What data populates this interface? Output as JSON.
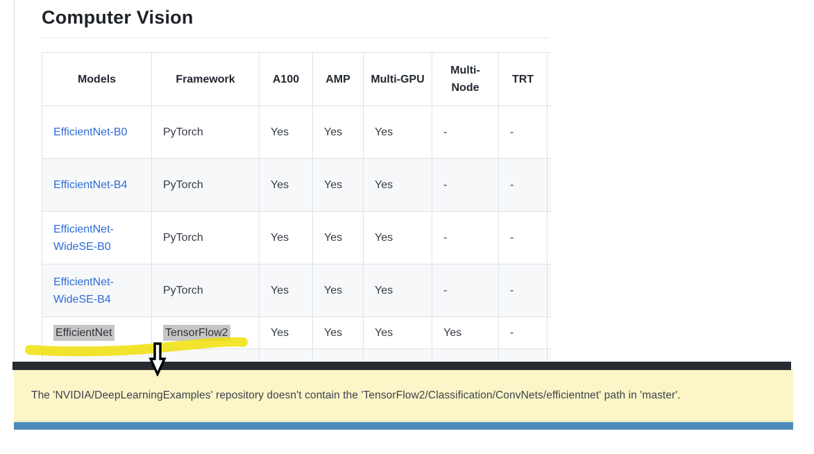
{
  "page": {
    "title": "Computer Vision"
  },
  "table": {
    "headers": [
      "Models",
      "Framework",
      "A100",
      "AMP",
      "Multi-GPU",
      "Multi-Node",
      "TRT"
    ],
    "rows": [
      {
        "model": "EfficientNet-B0",
        "framework": "PyTorch",
        "a100": "Yes",
        "amp": "Yes",
        "multi_gpu": "Yes",
        "multi_node": "-",
        "trt": "-"
      },
      {
        "model": "EfficientNet-B4",
        "framework": "PyTorch",
        "a100": "Yes",
        "amp": "Yes",
        "multi_gpu": "Yes",
        "multi_node": "-",
        "trt": "-"
      },
      {
        "model": "EfficientNet-WideSE-B0",
        "framework": "PyTorch",
        "a100": "Yes",
        "amp": "Yes",
        "multi_gpu": "Yes",
        "multi_node": "-",
        "trt": "-"
      },
      {
        "model": "EfficientNet-WideSE-B4",
        "framework": "PyTorch",
        "a100": "Yes",
        "amp": "Yes",
        "multi_gpu": "Yes",
        "multi_node": "-",
        "trt": "-"
      },
      {
        "model": "EfficientNet",
        "framework": "TensorFlow2",
        "a100": "Yes",
        "amp": "Yes",
        "multi_gpu": "Yes",
        "multi_node": "Yes",
        "trt": "-"
      }
    ]
  },
  "tooltip": {
    "message": "The 'NVIDIA/DeepLearningExamples' repository doesn't contain the 'TensorFlow2/Classification/ConvNets/efficientnet' path in 'master'."
  },
  "annotations": {
    "selection_color": "#c6c6c6",
    "highlighter_color": "#f0df00",
    "arrow_icon": "down-arrow"
  },
  "colors": {
    "link": "#2e6bd5",
    "dark_bar": "#272c33",
    "tooltip_bg": "#fcf5c7",
    "accent_strip": "#4d8cba"
  }
}
